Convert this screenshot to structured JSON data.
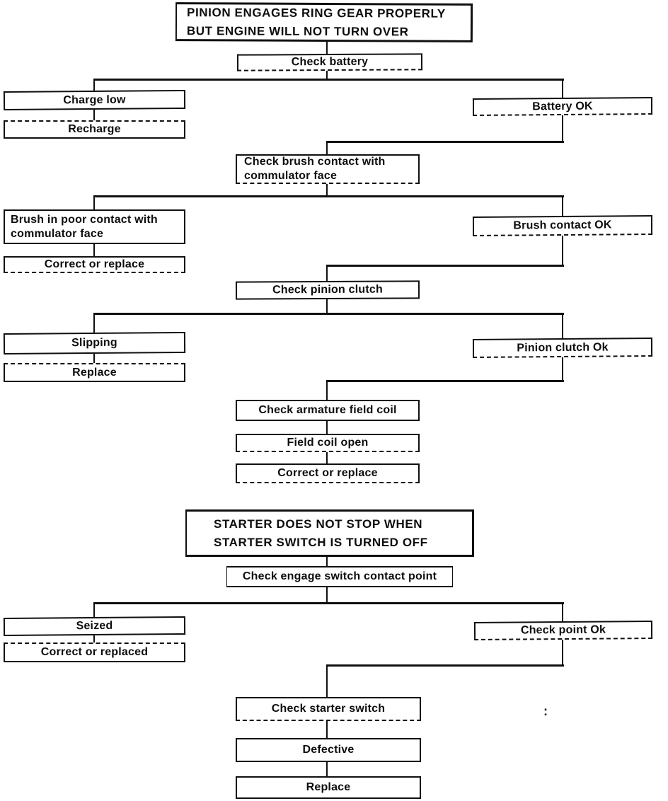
{
  "page": {
    "background": "#ffffff",
    "ink": "#101010"
  },
  "flow1": {
    "title": "PINION ENGAGES RING GEAR PROPERLY\nBUT ENGINE WILL NOT TURN OVER",
    "nodes": {
      "check_battery": "Check battery",
      "charge_low": "Charge low",
      "recharge": "Recharge",
      "battery_ok": "Battery OK",
      "check_brush_contact": "Check brush contact with\ncommulator face",
      "brush_poor_contact": "Brush in poor contact with\ncommulator face",
      "correct_or_replace_brush": "Correct or replace",
      "brush_contact_ok": "Brush contact OK",
      "check_pinion_clutch": "Check pinion clutch",
      "slipping": "Slipping",
      "replace_pinion": "Replace",
      "pinion_clutch_ok": "Pinion clutch Ok",
      "check_armature_field_coil": "Check armature field coil",
      "field_coil_open": "Field coil open",
      "correct_or_replace_coil": "Correct or replace"
    }
  },
  "flow2": {
    "title": "STARTER DOES NOT STOP WHEN\nSTARTER SWITCH IS TURNED OFF",
    "nodes": {
      "check_engage_switch_contact_point": "Check engage switch contact point",
      "seized": "Seized",
      "correct_or_replaced": "Correct or replaced",
      "check_point_ok": "Check point Ok",
      "check_starter_switch": "Check starter switch",
      "defective": "Defective",
      "replace_switch": "Replace"
    }
  },
  "artifacts": {
    "stray_mark": ":"
  }
}
